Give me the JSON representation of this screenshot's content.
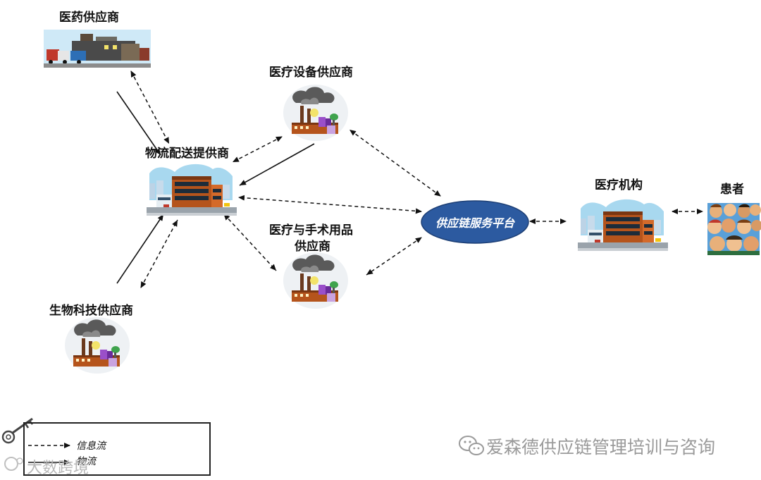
{
  "nodes": {
    "pharma_supplier": "医药供应商",
    "equipment_supplier": "医疗设备供应商",
    "logistics_provider": "物流配送提供商",
    "surgical_supplier_line1": "医疗与手术用品",
    "surgical_supplier_line2": "供应商",
    "biotech_supplier": "生物科技供应商",
    "platform": "供应链服务平台",
    "medical_institution": "医疗机构",
    "patients": "患者"
  },
  "legend": {
    "info_flow": "信息流",
    "logistics_flow": "物流"
  },
  "watermarks": {
    "right": "爱森德供应链管理培训与咨询",
    "left": "大数跨境"
  },
  "colors": {
    "platform_fill": "#2c5aa0",
    "sky": "#a8d8ef",
    "brick": "#b5541c"
  }
}
